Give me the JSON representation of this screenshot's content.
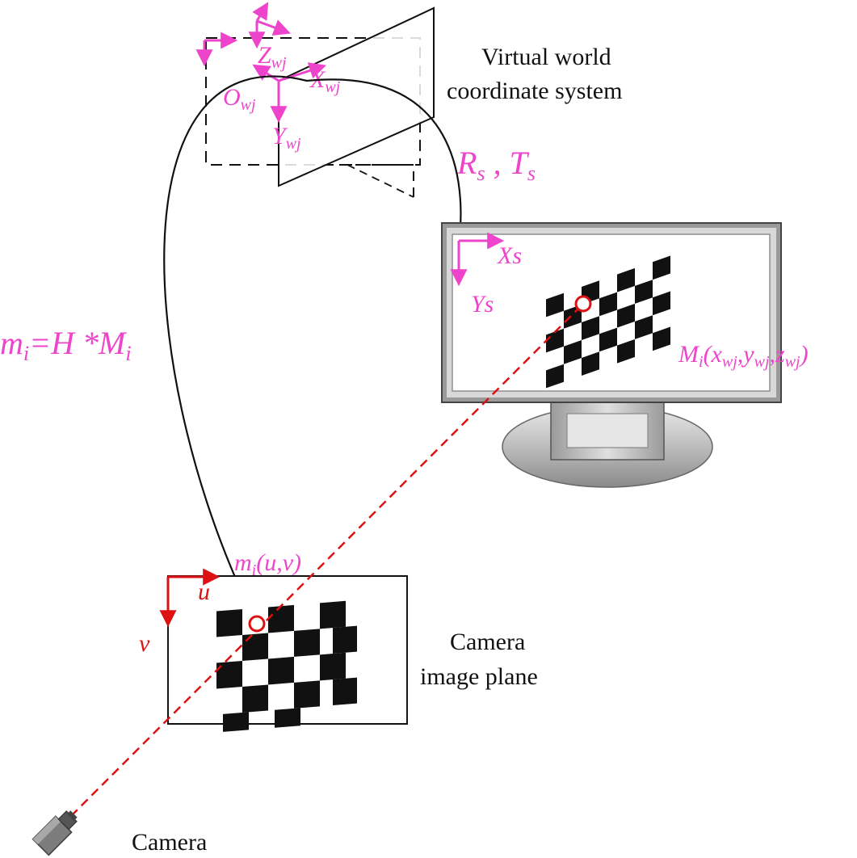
{
  "colors": {
    "magenta": "#ee44cc",
    "red": "#dd1111",
    "black": "#111111"
  },
  "labels": {
    "virtual_world_line1": "Virtual world",
    "virtual_world_line2": "coordinate system",
    "camera_image_plane_line1": "Camera",
    "camera_image_plane_line2": "image plane",
    "camera": "Camera"
  },
  "world_axes": {
    "z_main": "Z",
    "z_sub": "wj",
    "x_main": "X",
    "x_sub": "wj",
    "o_main": "O",
    "o_sub": "wj",
    "y_main": "Y",
    "y_sub": "wj"
  },
  "transform": {
    "r_main": "R",
    "r_sub": "s",
    "sep": " ,  ",
    "t_main": "T",
    "t_sub": "s"
  },
  "screen_axes": {
    "x": "Xs",
    "y": "Ys"
  },
  "homography": {
    "lhs_main": "m",
    "lhs_sub": "i",
    "mid": "=H *M",
    "rhs_sub": "i"
  },
  "world_point": {
    "m": "M",
    "i": "i",
    "open": "(x",
    "wj1": "wj",
    "comma1": ",y",
    "wj2": "wj",
    "comma2": ",z",
    "wj3": "wj",
    "close": ")"
  },
  "image_point": {
    "m": "m",
    "i": "i",
    "coords": "(u,v)"
  },
  "image_axes": {
    "u": "u",
    "v": "v"
  }
}
